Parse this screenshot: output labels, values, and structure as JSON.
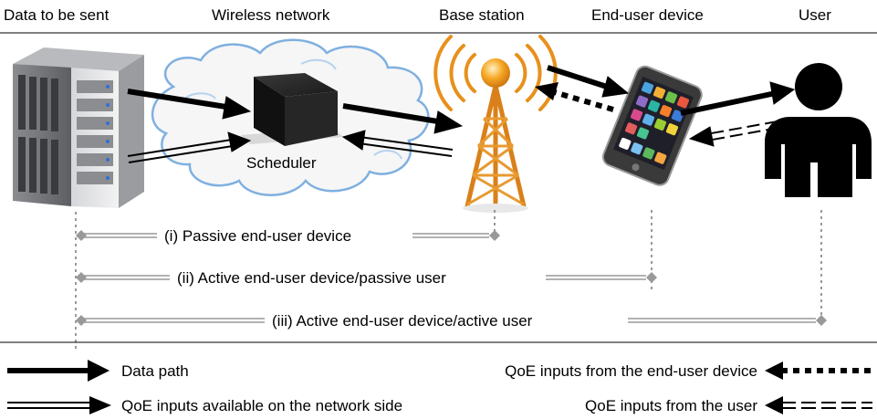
{
  "headers": {
    "data_to_be_sent": "Data to be sent",
    "wireless_network": "Wireless network",
    "base_station": "Base station",
    "end_user_device": "End-user device",
    "user": "User"
  },
  "scheduler_label": "Scheduler",
  "scopes": {
    "passive": "(i) Passive end-user device",
    "active_passive": "(ii) Active end-user device/passive user",
    "active_active": "(iii) Active end-user device/active user"
  },
  "legend": {
    "data_path": "Data path",
    "qoe_network": "QoE inputs available on the network side",
    "qoe_device": "QoE inputs from the end-user device",
    "qoe_user": "QoE inputs from the user"
  },
  "colors": {
    "tower": "#e8901c",
    "cloud_stroke": "#7fb0e0",
    "server": "#7a7c80",
    "phone_body": "#3a3a3a",
    "user": "#000000",
    "scope_line": "#999999"
  },
  "icons": [
    "server-icon",
    "cloud-icon",
    "scheduler-box-icon",
    "antenna-tower-icon",
    "smartphone-icon",
    "user-icon"
  ]
}
